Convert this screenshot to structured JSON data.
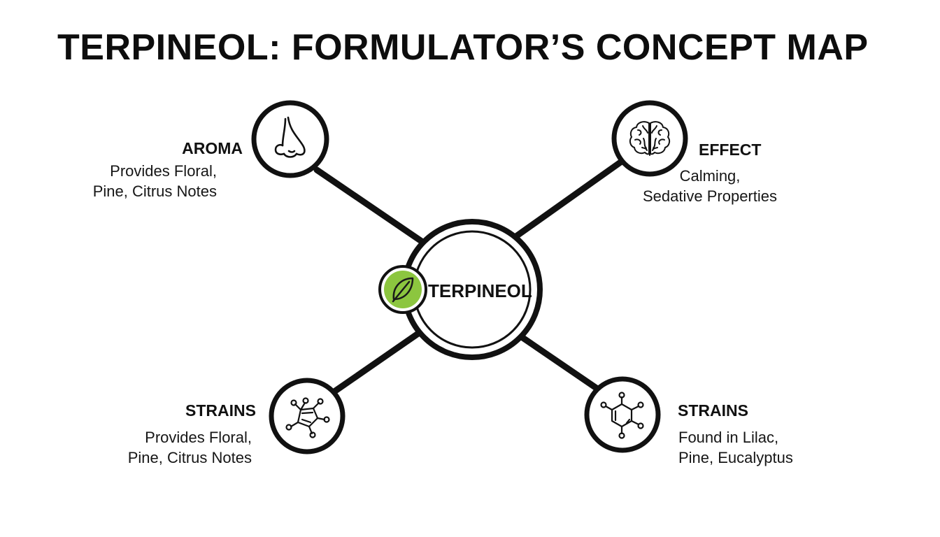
{
  "title": "TERPINEOL: FORMULATOR’S CONCEPT MAP",
  "center": {
    "label": "TERPINEOL",
    "icon": "leaf-icon",
    "icon_color": "#8cc63f"
  },
  "nodes": {
    "aroma": {
      "label": "AROMA",
      "desc_line1": "Provides Floral,",
      "desc_line2": "Pine, Citrus Notes",
      "icon": "nose-icon"
    },
    "effect": {
      "label": "EFFECT",
      "desc_line1": "Calming,",
      "desc_line2": "Sedative Properties",
      "icon": "brain-icon"
    },
    "strains_left": {
      "label": "STRAINS",
      "desc_line1": "Provides Floral,",
      "desc_line2": "Pine, Citrus Notes",
      "icon": "molecule-icon"
    },
    "strains_right": {
      "label": "STRAINS",
      "desc_line1": "Found in Lilac,",
      "desc_line2": "Pine, Eucalyptus",
      "icon": "molecule-ring-icon"
    }
  },
  "colors": {
    "line": "#111111",
    "accent": "#8cc63f"
  }
}
